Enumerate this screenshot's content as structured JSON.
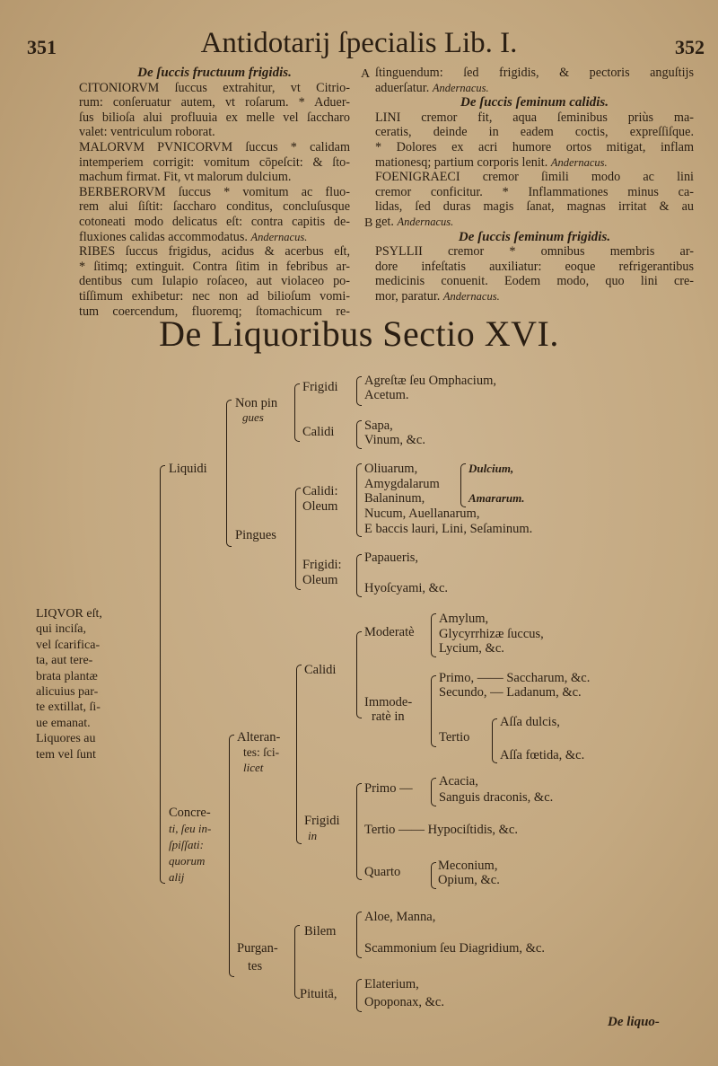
{
  "header": {
    "page_left": "351",
    "title": "Antidotarij ſpecialis Lib. I.",
    "page_right": "352"
  },
  "left_column": [
    {
      "h": "De ſuccis fructuum frigidis."
    },
    {
      "t": "CITONIORVM ſuccus extrahitur, vt Citrio-"
    },
    {
      "t": "rum: conſeruatur autem, vt roſarum. * Aduer-"
    },
    {
      "t": "ſus bilioſa alui profluuia ex melle vel ſaccharo"
    },
    {
      "t": "valet: ventriculum roborat.",
      "last": true
    },
    {
      "t": "MALORVM PVNICORVM ſuccus * calidam"
    },
    {
      "t": "intemperiem corrigit: vomitum cōpeſcit: & ſto-"
    },
    {
      "t": "machum firmat. Fit, vt malorum dulcium.",
      "last": true
    },
    {
      "t": "BERBERORVM ſuccus * vomitum ac fluo-"
    },
    {
      "t": "rem alui ſiſtit: ſaccharo conditus, concluſusque"
    },
    {
      "t": "cotoneati modo delicatus eſt: contra capitis de-"
    },
    {
      "t": "fluxiones calidas accommodatus. ",
      "i": "Andernacus."
    },
    {
      "t": "RIBES ſuccus frigidus, acidus & acerbus eſt,"
    },
    {
      "t": "* ſitimq; extinguit. Contra ſitim in febribus ar-"
    },
    {
      "t": "dentibus cum Iulapio roſaceo, aut violaceo po-"
    },
    {
      "t": "tiſſimum exhibetur: nec non ad bilioſum vomi-"
    },
    {
      "t": "tum coercendum, fluoremq; ſtomachicum re-"
    }
  ],
  "right_column": [
    {
      "t": "ſtinguendum: ſed frigidis, & pectoris anguſtijs"
    },
    {
      "t": "aduerſatur. ",
      "i": "Andernacus."
    },
    {
      "h": "De ſuccis ſeminum calidis."
    },
    {
      "t": "LINI cremor fit, aqua ſeminibus priùs ma-"
    },
    {
      "t": "ceratis, deinde in eadem coctis, expreſſiſque."
    },
    {
      "t": "* Dolores ex acri humore ortos mitigat, inflam"
    },
    {
      "t": "mationesq; partium corporis lenit. ",
      "i": "Andernacus."
    },
    {
      "t": "FOENIGRAECI cremor ſimili modo ac lini"
    },
    {
      "t": "cremor conficitur. * Inflammationes minus ca-"
    },
    {
      "t": "lidas, ſed duras magis ſanat, magnas irritat & au"
    },
    {
      "t": "get. ",
      "i": "Andernacus."
    },
    {
      "h": "De ſuccis ſeminum frigidis."
    },
    {
      "t": "PSYLLII cremor * omnibus membris ar-"
    },
    {
      "t": "dore infeſtatis auxiliatur: eoque refrigerantibus"
    },
    {
      "t": "medicinis conuenit. Eodem modo, quo lini cre-"
    },
    {
      "t": "mor, paratur. ",
      "i": "Andernacus."
    }
  ],
  "margin_letters": {
    "a": "A",
    "b": "B"
  },
  "section_title": "De Liquoribus Sectio XVI.",
  "definition_lines": [
    "LIQVOR eſt,",
    "qui inciſa,",
    "vel ſcarifica-",
    "ta, aut tere-",
    "brata plantæ",
    "alicuius par-",
    "te extillat, ſi-",
    "ue emanat.",
    "Liquores au",
    "tem vel ſunt"
  ],
  "tree": {
    "liquidi": "Liquidi",
    "non_pin": "Non pin",
    "gues": "gues",
    "frigidi1": "Frigidi",
    "agrestae": "Agreſtæ ſeu Omphacium,",
    "acetum": "Acetum.",
    "calidi1": "Calidi",
    "sapa": "Sapa,",
    "vinum": "Vinum, &c.",
    "pingues": "Pingues",
    "calidi_oleum_a": "Calidi:",
    "calidi_oleum_b": "Oleum",
    "oliuarum": "Oliuarum,",
    "amygdalarum": "Amygdalarum",
    "balaninum": "Balaninum,",
    "nucum": "Nucum, Auellanarum,",
    "ebaccis": "E baccis lauri, Lini, Seſaminum.",
    "dulcium": "Dulcium,",
    "amararum": "Amararum.",
    "frigidi_oleum_a": "Frigidi:",
    "frigidi_oleum_b": "Oleum",
    "papaueris": "Papaueris,",
    "hyoscyami": "Hyoſcyami, &c.",
    "concre": "Concre-",
    "ti_seu": "ti, ſeu in-",
    "spissati": "ſpiſſati:",
    "quorum": "quorum",
    "alij": "alij",
    "alteran": "Alteran-",
    "tes_sci": "tes: ſci-",
    "licet": "licet",
    "calidi2": "Calidi",
    "moderate": "Moderatè",
    "amylum": "Amylum,",
    "glycyrrhizae": "Glycyrrhizæ ſuccus,",
    "lycium": "Lycium, &c.",
    "immode": "Immode-",
    "rate_in": "ratè in",
    "primo1": "Primo, —— Saccharum, &c.",
    "secundo": "Secundo, — Ladanum, &c.",
    "tertio1": "Tertio",
    "assa_dulcis": "Aſſa dulcis,",
    "assa_foetida": "Aſſa fœtida, &c.",
    "frigidi2": "Frigidi",
    "frigidi2_in": "in",
    "primo2": "Primo —",
    "acacia": "Acacia,",
    "sanguis": "Sanguis draconis, &c.",
    "tertio2": "Tertio —— Hypociſtidis, &c.",
    "quarto": "Quarto",
    "meconium": "Meconium,",
    "opium": "Opium, &c.",
    "purgan": "Purgan-",
    "tes": "tes",
    "bilem": "Bilem",
    "aloe": "Aloe, Manna,",
    "scammonium": "Scammonium ſeu Diagridium, &c.",
    "pituita": "Pituitā,",
    "elaterium": "Elaterium,",
    "opoponax": "Opoponax, &c."
  },
  "catchword": "De liquo-"
}
